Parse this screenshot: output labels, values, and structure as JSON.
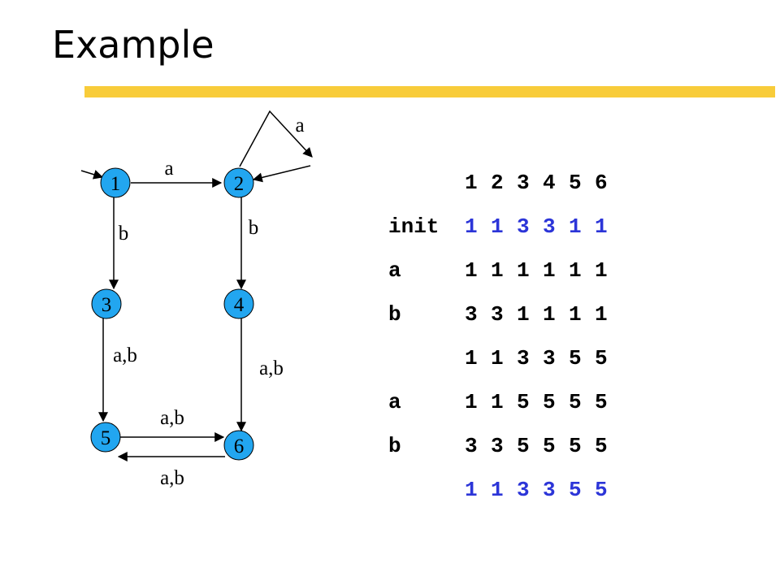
{
  "title": "Example",
  "colors": {
    "accent": "#f8cc3a",
    "node_fill": "#22a6f0",
    "highlight_text": "#2c35d8",
    "text": "#000000"
  },
  "diagram": {
    "nodes": [
      {
        "id": "1",
        "label": "1"
      },
      {
        "id": "2",
        "label": "2"
      },
      {
        "id": "3",
        "label": "3"
      },
      {
        "id": "4",
        "label": "4"
      },
      {
        "id": "5",
        "label": "5"
      },
      {
        "id": "6",
        "label": "6"
      }
    ],
    "edges": [
      {
        "from": "start",
        "to": "1",
        "label": ""
      },
      {
        "from": "1",
        "to": "2",
        "label": "a"
      },
      {
        "from": "2",
        "to": "2",
        "label": "a"
      },
      {
        "from": "1",
        "to": "3",
        "label": "b"
      },
      {
        "from": "2",
        "to": "4",
        "label": "b"
      },
      {
        "from": "3",
        "to": "5",
        "label": "a,b"
      },
      {
        "from": "4",
        "to": "6",
        "label": "a,b"
      },
      {
        "from": "5",
        "to": "6",
        "label": "a,b"
      },
      {
        "from": "6",
        "to": "5",
        "label": "a,b"
      }
    ]
  },
  "table": {
    "rows": [
      {
        "label": "",
        "values": [
          "1",
          "2",
          "3",
          "4",
          "5",
          "6"
        ],
        "highlight": false
      },
      {
        "label": "init",
        "values": [
          "1",
          "1",
          "3",
          "3",
          "1",
          "1"
        ],
        "highlight": true
      },
      {
        "label": "a",
        "values": [
          "1",
          "1",
          "1",
          "1",
          "1",
          "1"
        ],
        "highlight": false
      },
      {
        "label": "b",
        "values": [
          "3",
          "3",
          "1",
          "1",
          "1",
          "1"
        ],
        "highlight": false
      },
      {
        "label": "",
        "values": [
          "1",
          "1",
          "3",
          "3",
          "5",
          "5"
        ],
        "highlight": false
      },
      {
        "label": "a",
        "values": [
          "1",
          "1",
          "5",
          "5",
          "5",
          "5"
        ],
        "highlight": false
      },
      {
        "label": "b",
        "values": [
          "3",
          "3",
          "5",
          "5",
          "5",
          "5"
        ],
        "highlight": false
      },
      {
        "label": "",
        "values": [
          "1",
          "1",
          "3",
          "3",
          "5",
          "5"
        ],
        "highlight": true
      }
    ]
  }
}
